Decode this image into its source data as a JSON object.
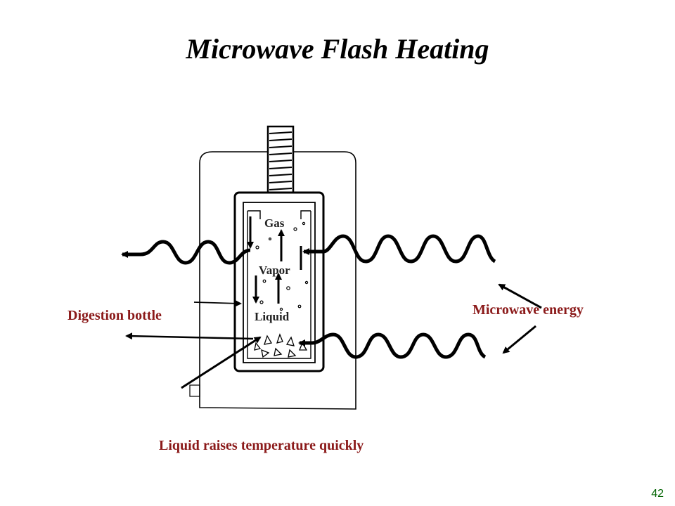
{
  "title": "Microwave Flash Heating",
  "diagram": {
    "inner_labels": {
      "gas": "Gas",
      "vapor": "Vapor",
      "liquid": "Liquid"
    },
    "callouts": {
      "digestion_bottle": "Digestion bottle",
      "microwave_energy": "Microwave energy",
      "liquid_raises": "Liquid raises temperature quickly"
    }
  },
  "colors": {
    "callout_text": "#8B1A1A",
    "page_number": "#006400",
    "line": "#000000"
  },
  "page_number": "42"
}
